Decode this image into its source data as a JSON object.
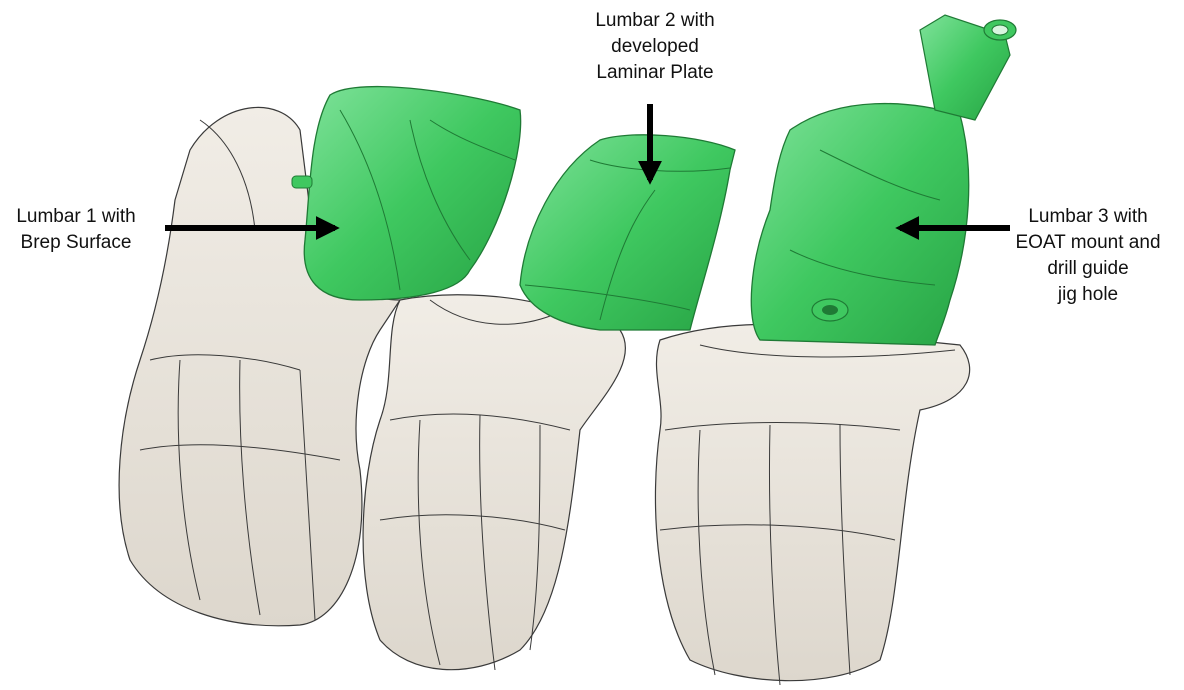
{
  "annotations": [
    {
      "id": "lumbar-1",
      "text": "Lumbar 1 with\nBrep Surface"
    },
    {
      "id": "lumbar-2",
      "text": "Lumbar 2 with\ndeveloped\nLaminar Plate"
    },
    {
      "id": "lumbar-3",
      "text": "Lumbar 3 with\nEOAT mount and\ndrill guide\njig hole"
    }
  ],
  "colors": {
    "bone": "#e9e4dc",
    "bone_shade": "#d8d2c8",
    "edge_lines": "#3a3a3a",
    "guide_green": "#3fc860",
    "guide_green_dark": "#27a344",
    "guide_green_light": "#7fe29a",
    "arrow": "#000000"
  },
  "icons": [
    "arrow-right-icon",
    "arrow-down-icon",
    "arrow-left-icon"
  ]
}
